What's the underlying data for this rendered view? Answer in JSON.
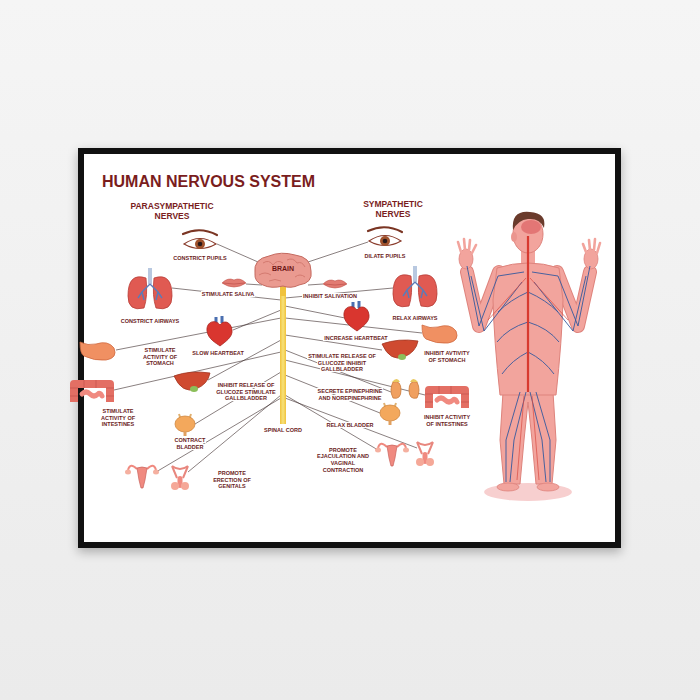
{
  "diagram": {
    "title": "HUMAN NERVOUS SYSTEM",
    "nodes": [
      {
        "text": [
          "BRAIN"
        ]
      },
      {
        "text": [
          "SPINAL CORD"
        ]
      }
    ],
    "edges": [
      {
        "from": 0,
        "to": 1,
        "arrow": "none"
      }
    ],
    "labels": [
      "PARASYMPATHETIC NERVES",
      "SYMPATHETIC NERVES",
      "CONSTRICT PUPILS",
      "STIMULATE SALIVA",
      "CONSTRICT AIRWAYS",
      "SLOW HEARTBEAT",
      "STIMULATE ACTIVITY OF STOMACH",
      "INHIBIT RELEASE OF GLUCOZE STIMULATE GALLBLADDER",
      "STIMULATE ACTIVITY OF INTESTINES",
      "CONTRACT BLADDER",
      "PROMOTE ERECTION OF GENITALS",
      "DILATE PUPILS",
      "INHIBIT SALIVATION",
      "RELAX AIRWAYS",
      "INCREASE HEARTBEAT",
      "INHIBIT AVTIVITY OF STOMACH",
      "STIMULATE RELEASE OF GLUCOZE INHIBIT GALLBLADDER",
      "SECRETE EPINEPHRINE AND NOREPINEPHRINE",
      "INHIBIT ACTIVITY OF INTESTINES",
      "RELAX BLADDER",
      "PROMOTE EJACULATION AND VAGINAL CONTRACTION"
    ]
  }
}
